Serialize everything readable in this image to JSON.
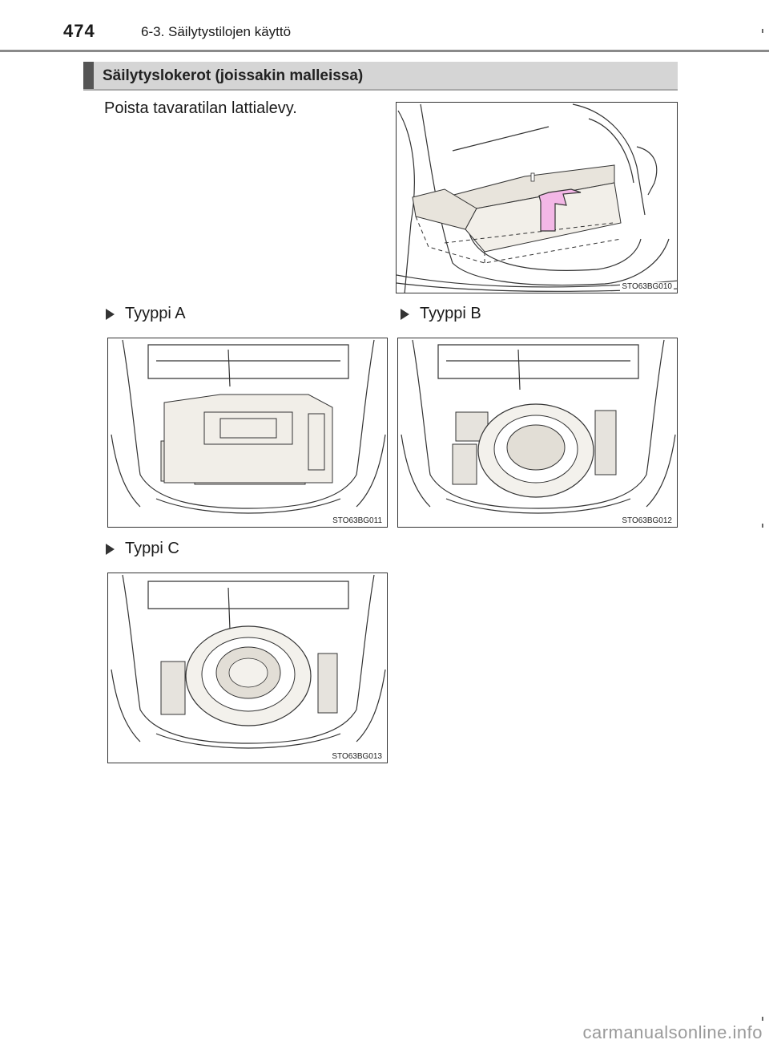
{
  "header": {
    "page_number": "474",
    "section_ref": "6-3. Säilytystilojen käyttö"
  },
  "section": {
    "title": "Säilytyslokerot (joissakin malleissa)"
  },
  "instruction": "Poista tavaratilan lattialevy.",
  "figures": {
    "main": {
      "code": "STO63BG010"
    },
    "type_a": {
      "label": "Tyyppi A",
      "code": "STO63BG011"
    },
    "type_b": {
      "label": "Tyyppi B",
      "code": "STO63BG012"
    },
    "type_c": {
      "label": "Typpi C",
      "code": "STO63BG013"
    }
  },
  "colors": {
    "title_bar": "#d5d5d5",
    "accent": "#555555",
    "arrow": "#f3b7e6"
  },
  "footer": {
    "watermark": "carmanualsonline.info"
  }
}
